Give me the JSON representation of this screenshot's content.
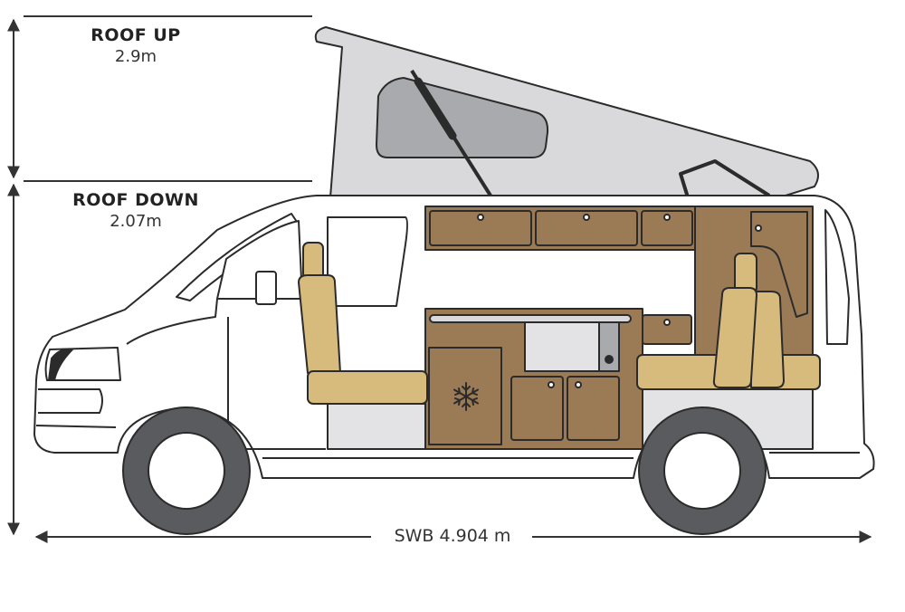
{
  "dimensions": {
    "roof_up_label": "ROOF UP",
    "roof_up_value": "2.9m",
    "roof_down_label": "ROOF DOWN",
    "roof_down_value": "2.07m",
    "length_label": "SWB 4.904 m"
  },
  "colors": {
    "outline": "#2b2b2b",
    "body": "#ffffff",
    "roof": "#d9d9db",
    "roof_window": "#a9aaad",
    "wood": "#9b7a56",
    "upholstery": "#d7bb7d",
    "tyre": "#5a5b5e",
    "grey_panel": "#e3e3e5"
  },
  "icons": {
    "fridge": "snowflake-icon"
  }
}
